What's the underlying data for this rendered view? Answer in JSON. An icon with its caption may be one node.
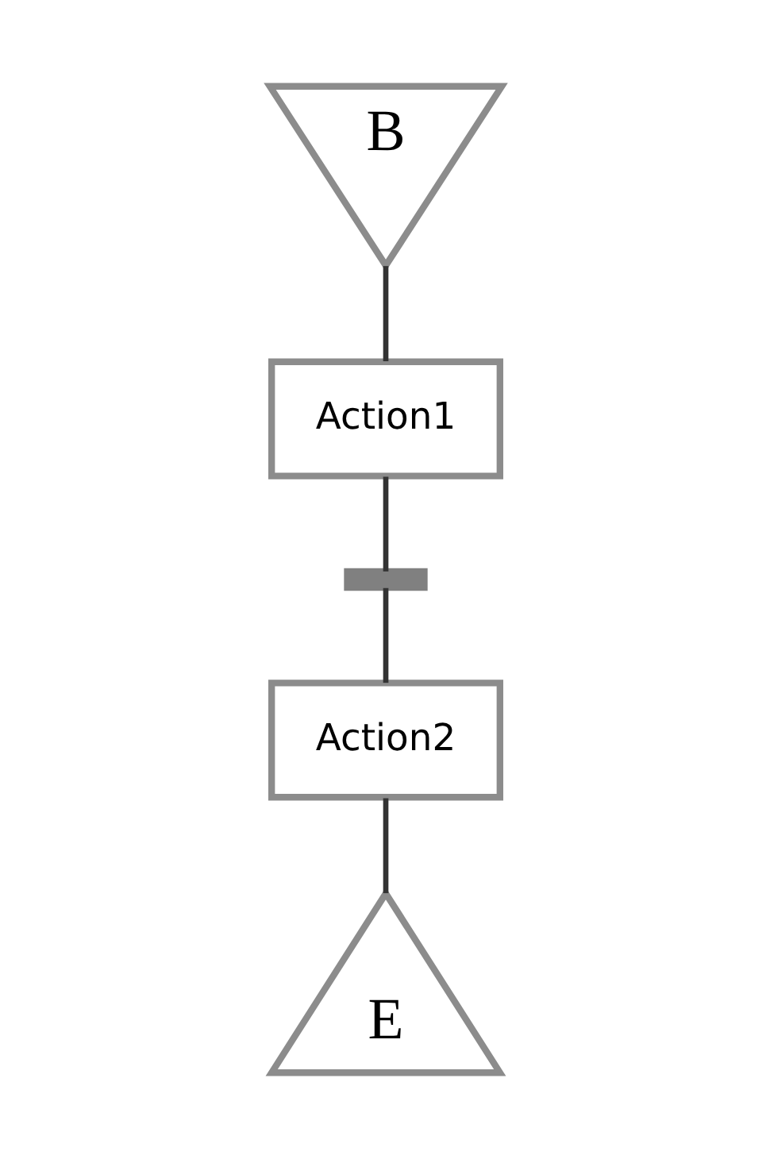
{
  "diagram": {
    "nodes": [
      {
        "text": [
          "B"
        ]
      },
      {
        "text": [
          "Action1"
        ]
      },
      {
        "text": [],
        "shape": "bar"
      },
      {
        "text": [
          "Action2"
        ]
      },
      {
        "text": [
          "E"
        ]
      }
    ],
    "edges": [
      {
        "from": 0,
        "to": 1,
        "arrow": "none"
      },
      {
        "from": 1,
        "to": 2,
        "arrow": "none"
      },
      {
        "from": 2,
        "to": 3,
        "arrow": "none"
      },
      {
        "from": 3,
        "to": 4,
        "arrow": "none"
      }
    ]
  }
}
